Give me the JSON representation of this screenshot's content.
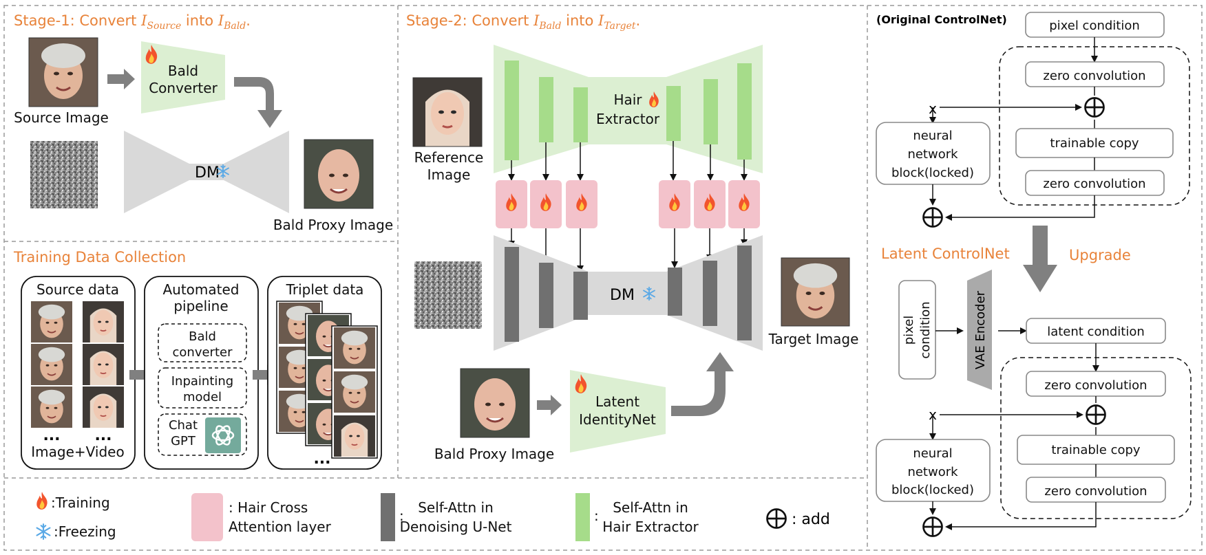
{
  "stage1": {
    "title_prefix": "Stage-1: Convert ",
    "i_source": "I",
    "i_source_sub": "Source",
    "title_middle": " into ",
    "i_bald": "I",
    "i_bald_sub": "Bald",
    "title_end": ".",
    "bald_converter_line1": "Bald",
    "bald_converter_line2": "Converter",
    "source_image_label": "Source Image",
    "dm_label": "DM",
    "bald_proxy_label": "Bald Proxy Image"
  },
  "stage2": {
    "title_prefix": "Stage-2: Convert ",
    "i_bald": "I",
    "i_bald_sub": "Bald",
    "title_middle": " into ",
    "i_target": "I",
    "i_target_sub": "Target",
    "title_end": ".",
    "reference_line1": "Reference",
    "reference_line2": "Image",
    "hair_extractor_line1": "Hair",
    "hair_extractor_line2": "Extractor",
    "dm_label": "DM",
    "target_image_label": "Target Image",
    "bald_proxy_label": "Bald Proxy Image",
    "latent_identity_line1": "Latent",
    "latent_identity_line2": "IdentityNet"
  },
  "training_data": {
    "title": "Training Data Collection",
    "source_data_title": "Source data",
    "dots": "...",
    "image_video_label": "Image+Video",
    "pipeline_line1": "Automated",
    "pipeline_line2": "pipeline",
    "bald_converter_line1": "Bald",
    "bald_converter_line2": "converter",
    "inpainting_line1": "Inpainting",
    "inpainting_line2": "model",
    "chatgpt_line1": "Chat",
    "chatgpt_line2": "GPT",
    "triplet_title": "Triplet data"
  },
  "controlnet": {
    "original_title": "(Original ControlNet)",
    "pixel_condition": "pixel condition",
    "zero_convolution": "zero convolution",
    "trainable_copy": "trainable copy",
    "x_label": "x",
    "nn_line1": "neural",
    "nn_line2": "network",
    "nn_line3": "block(locked)",
    "latent_title": "Latent ControlNet",
    "upgrade_label": "Upgrade",
    "pixel_line1": "pixel",
    "pixel_line2": "condition",
    "vae_encoder": "VAE Encoder",
    "latent_condition": "latent condition"
  },
  "legend": {
    "training": ":Training",
    "freezing": ":Freezing",
    "hair_cross_line1": ": Hair Cross",
    "hair_cross_line2": "Attention layer",
    "self_attn_denoise_line1": "Self-Attn in",
    "self_attn_denoise_line2": "Denoising U-Net",
    "self_attn_hair_line1": "Self-Attn in",
    "self_attn_hair_line2": "Hair Extractor",
    "colon": ":",
    "add": ": add"
  },
  "colors": {
    "orange_title": "#e8833a",
    "light_green": "#dcefd2",
    "green_bar": "#a6dc8a",
    "pink": "#f3c2cb",
    "gray_unet": "#d9d9d9",
    "dark_gray_bar": "#707070",
    "arrow_gray": "#808080"
  },
  "icons": [
    "fire-icon",
    "snowflake-icon",
    "circle-plus-icon",
    "chatgpt-logo-icon"
  ]
}
